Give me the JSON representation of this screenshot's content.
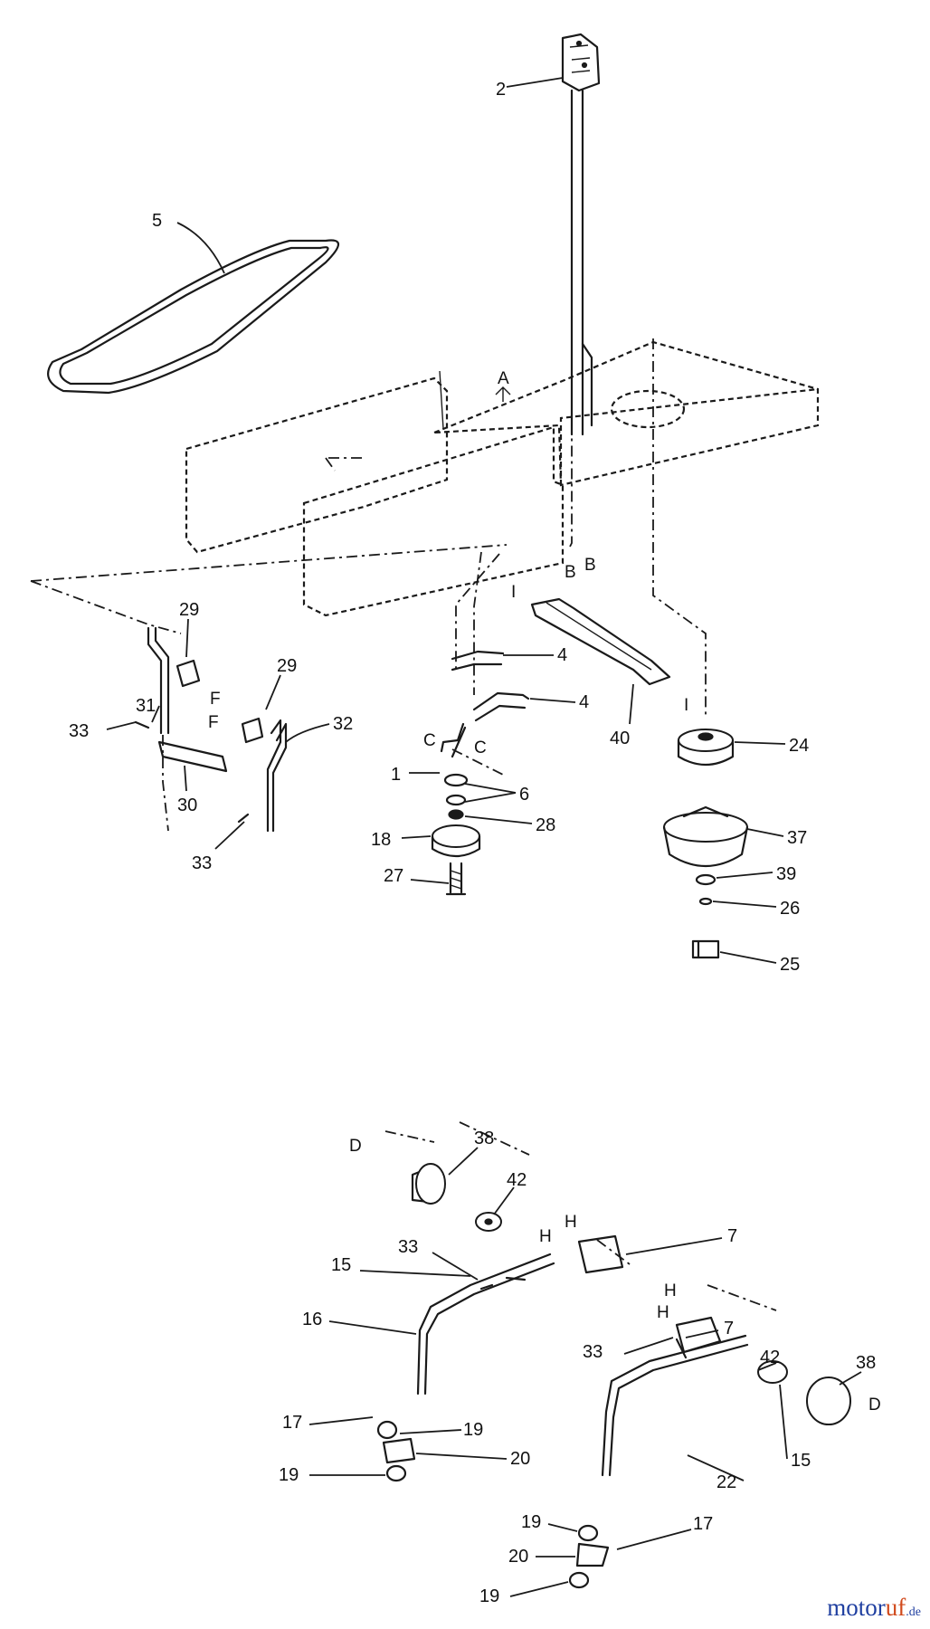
{
  "callouts": [
    {
      "text": "2"
    },
    {
      "text": "5"
    },
    {
      "text": "29"
    },
    {
      "text": "29"
    },
    {
      "text": "31"
    },
    {
      "text": "32"
    },
    {
      "text": "33"
    },
    {
      "text": "30"
    },
    {
      "text": "33"
    },
    {
      "text": "4"
    },
    {
      "text": "4"
    },
    {
      "text": "40"
    },
    {
      "text": "1"
    },
    {
      "text": "6"
    },
    {
      "text": "28"
    },
    {
      "text": "18"
    },
    {
      "text": "27"
    },
    {
      "text": "24"
    },
    {
      "text": "37"
    },
    {
      "text": "39"
    },
    {
      "text": "26"
    },
    {
      "text": "25"
    },
    {
      "text": "38"
    },
    {
      "text": "42"
    },
    {
      "text": "33"
    },
    {
      "text": "7"
    },
    {
      "text": "15"
    },
    {
      "text": "16"
    },
    {
      "text": "7"
    },
    {
      "text": "42"
    },
    {
      "text": "33"
    },
    {
      "text": "38"
    },
    {
      "text": "17"
    },
    {
      "text": "19"
    },
    {
      "text": "20"
    },
    {
      "text": "15"
    },
    {
      "text": "22"
    },
    {
      "text": "19"
    },
    {
      "text": "19"
    },
    {
      "text": "17"
    },
    {
      "text": "20"
    },
    {
      "text": "19"
    }
  ],
  "connector_letters": [
    {
      "text": "A"
    },
    {
      "text": "B"
    },
    {
      "text": "B"
    },
    {
      "text": "I"
    },
    {
      "text": "I"
    },
    {
      "text": "F"
    },
    {
      "text": "F"
    },
    {
      "text": "C"
    },
    {
      "text": "C"
    },
    {
      "text": "D"
    },
    {
      "text": "H"
    },
    {
      "text": "H"
    },
    {
      "text": "H"
    },
    {
      "text": "H"
    },
    {
      "text": "D"
    }
  ],
  "watermark": {
    "part1": "motor",
    "part2": "uf",
    "suffix": ".de"
  }
}
